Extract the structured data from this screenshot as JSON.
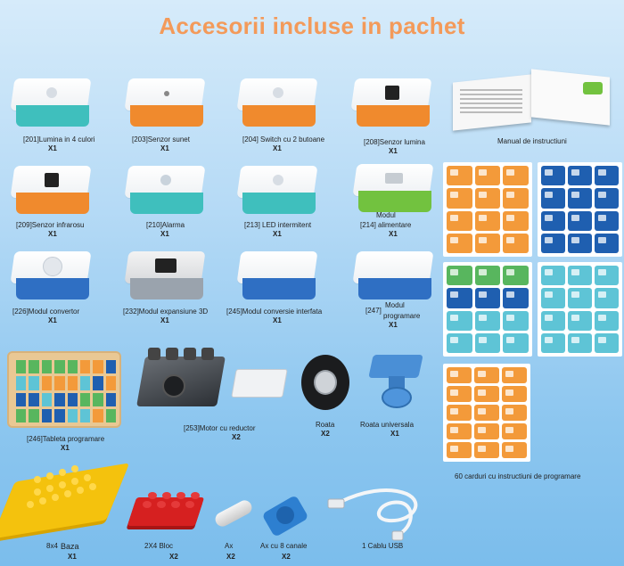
{
  "title": "Accesorii incluse in pachet",
  "colors": {
    "title": "#f39a5a",
    "teal": "#3fbfbd",
    "orange": "#f08a2d",
    "green": "#72c23f",
    "blue": "#2f6fc3",
    "gray": "#9aa3ad",
    "card_orange": "#f39a3a",
    "card_blue": "#1f5fb0",
    "card_green": "#58b65e",
    "card_cyan": "#5ec4d6"
  },
  "items": {
    "i201": {
      "label": "[201]Lumina in 4 culori",
      "qty": "X1"
    },
    "i203": {
      "label": "[203]Senzor sunet",
      "qty": "X1"
    },
    "i204": {
      "label": "[204] Switch cu 2 butoane",
      "qty": "X1"
    },
    "i208": {
      "label": "[208]Senzor lumina",
      "qty": "X1"
    },
    "i209": {
      "label": "[209]Senzor infrarosu",
      "qty": "X1"
    },
    "i210": {
      "label": "[210]Alarma",
      "qty": "X1"
    },
    "i213": {
      "label": "[213] LED intermitent",
      "qty": "X1"
    },
    "i214": {
      "label_a": "Modul",
      "label_b": "[214] alimentare",
      "qty": "X1"
    },
    "i226": {
      "label": "[226]Modul convertor",
      "qty": "X1"
    },
    "i232": {
      "label": "[232]Modul expansiune 3D",
      "qty": "X1"
    },
    "i245": {
      "label": "[245]Modul conversie interfata",
      "qty": "X1"
    },
    "i247": {
      "label_a": "Modul",
      "label_b": "[247]",
      "label_c": "programare",
      "qty": "X1"
    },
    "manual": {
      "label": "Manual de instructiuni"
    },
    "i246": {
      "label": "[246]Tableta programare",
      "qty": "X1"
    },
    "i253": {
      "label": "[253]Motor cu reductor",
      "qty": "X2"
    },
    "roata": {
      "label": "Roata",
      "qty": "X2"
    },
    "roata_u": {
      "label": "Roata universala",
      "qty": "X1"
    },
    "cards": {
      "label": "60 carduri cu instructiuni de programare"
    },
    "baza": {
      "label_a": "8x4",
      "label_b": "Baza",
      "qty": "X1"
    },
    "bloc": {
      "label": "2X4 Bloc",
      "qty": "X2"
    },
    "ax": {
      "label": "Ax",
      "qty": "X2"
    },
    "ax8": {
      "label": "Ax cu 8 canale",
      "qty": "X2"
    },
    "usb": {
      "label": "1 Cablu USB"
    }
  }
}
